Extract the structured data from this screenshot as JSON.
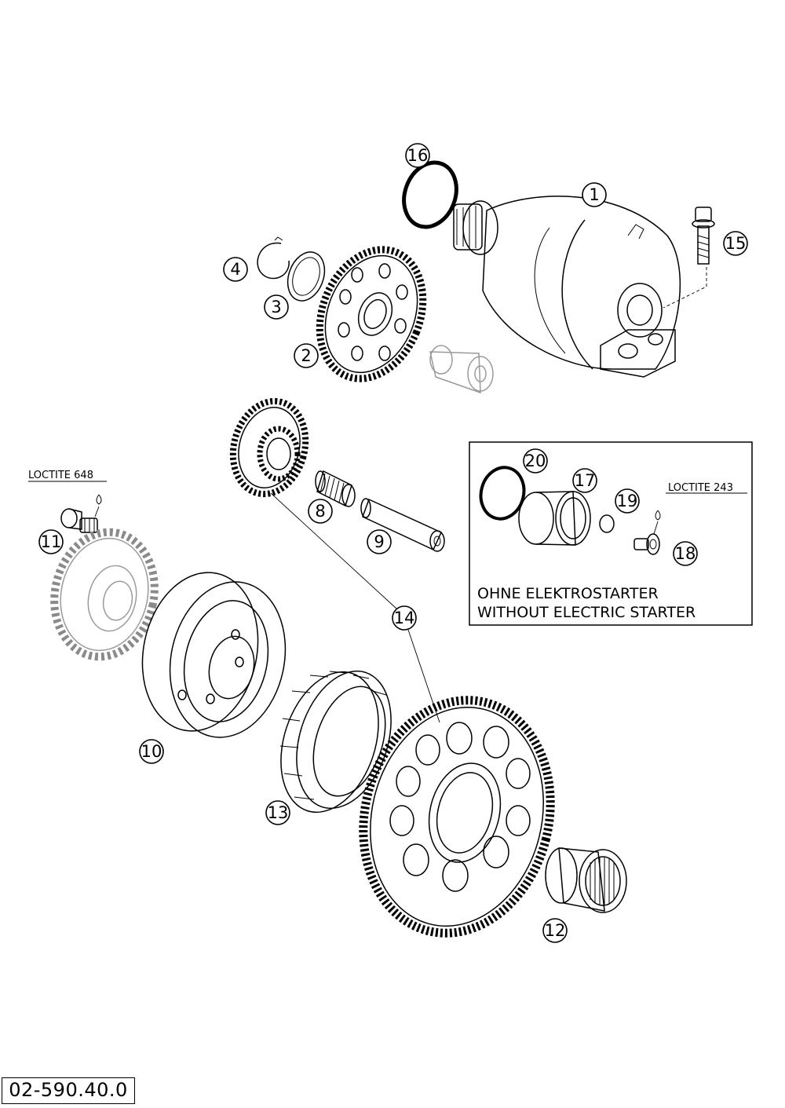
{
  "callouts": {
    "c1": "1",
    "c2": "2",
    "c3": "3",
    "c4": "4",
    "c8": "8",
    "c9": "9",
    "c10": "10",
    "c11": "11",
    "c12": "12",
    "c13": "13",
    "c14": "14",
    "c15": "15",
    "c16": "16",
    "c17": "17",
    "c18": "18",
    "c19": "19",
    "c20": "20"
  },
  "labels": {
    "loctite_left": "LOCTITE 648",
    "loctite_right": "LOCTITE 243",
    "box_line1": "OHNE ELEKTROSTARTER",
    "box_line2": "WITHOUT ELECTRIC STARTER"
  },
  "drawing_number": "02-590.40.0"
}
